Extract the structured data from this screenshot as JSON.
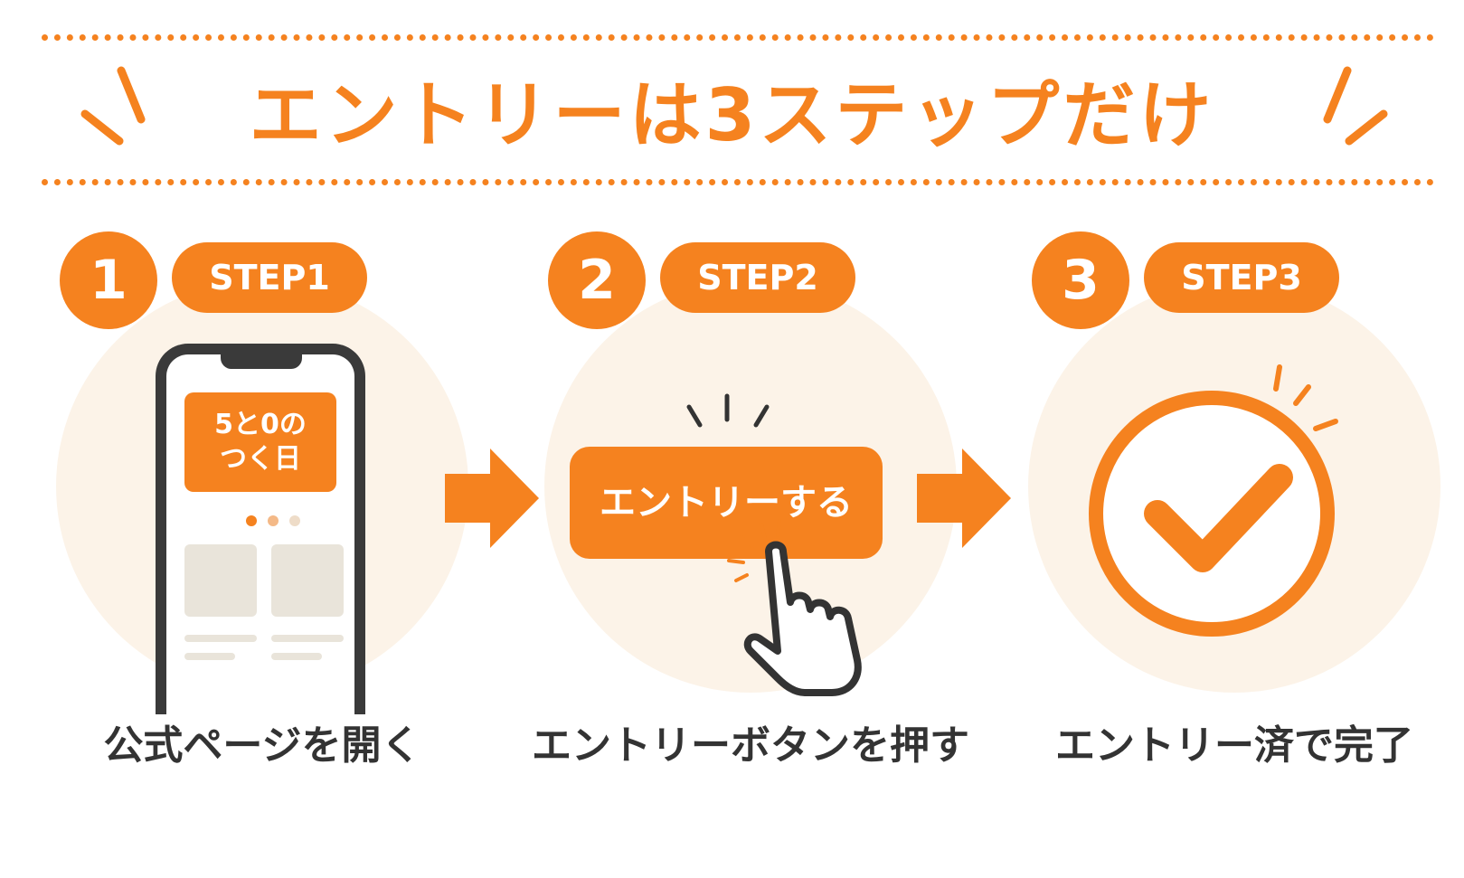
{
  "title": "エントリーは3ステップだけ",
  "colors": {
    "accent": "#F5821F",
    "bg_circle": "#FCF3E8",
    "dark": "#333333"
  },
  "steps": [
    {
      "number": "1",
      "label": "STEP1",
      "caption": "公式ページを開く"
    },
    {
      "number": "2",
      "label": "STEP2",
      "caption": "エントリーボタンを押す"
    },
    {
      "number": "3",
      "label": "STEP3",
      "caption": "エントリー済で完了"
    }
  ],
  "phone": {
    "banner_line1": "5と0の",
    "banner_line2": "つく日"
  },
  "entry_button": {
    "label": "エントリーする"
  },
  "icons": [
    "sparkle-icon",
    "arrow-right-icon",
    "smartphone-icon",
    "pointing-hand-icon",
    "check-circle-icon"
  ]
}
